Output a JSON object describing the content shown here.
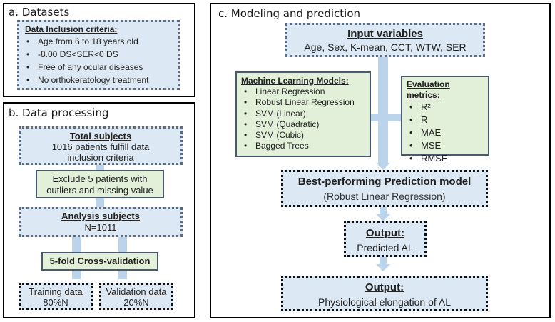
{
  "panel_a": {
    "title": "a. Datasets",
    "box_header": "Data Inclusion criteria:",
    "items": [
      "Age from 6 to 18 years old",
      "-8.00 DS<SER<0 DS",
      "Free of any ocular diseases",
      "No orthokeratology treatment"
    ]
  },
  "panel_b": {
    "title": "b. Data processing",
    "total_header": "Total subjects",
    "total_line1": "1016 patients fulfill data",
    "total_line2": "inclusion criteria",
    "exclude_line1": "Exclude 5 patients with",
    "exclude_line2": "outliers and missing value",
    "analysis_header": "Analysis subjects",
    "analysis_value": "N=1011",
    "cv_label": "5-fold Cross-validation",
    "train_header": "Training data",
    "train_value": "80%N",
    "valid_header": "Validation data",
    "valid_value": "20%N"
  },
  "panel_c": {
    "title": "c. Modeling and prediction",
    "input_header": "Input variables",
    "input_values": "Age, Sex, K-mean, CCT, WTW, SER",
    "ml_header": "Machine Learning Models:",
    "ml_items": [
      "Linear Regression",
      "Robust Linear Regression",
      "SVM (Linear)",
      "SVM (Quadratic)",
      "SVM (Cubic)",
      "Bagged Trees"
    ],
    "eval_header": "Evaluation metrics:",
    "eval_items": [
      "R²",
      "R",
      "MAE",
      "MSE",
      "RMSE"
    ],
    "best_header": "Best-performing Prediction model",
    "best_value": "(Robust Linear Regression)",
    "out1_header": "Output:",
    "out1_value": "Predicted AL",
    "out2_header": "Output:",
    "out2_value": "Physiological elongation of AL"
  },
  "colors": {
    "box_fill": "#dce8f4",
    "green_fill": "#e2efd9",
    "arrow": "#bcd3ec"
  }
}
